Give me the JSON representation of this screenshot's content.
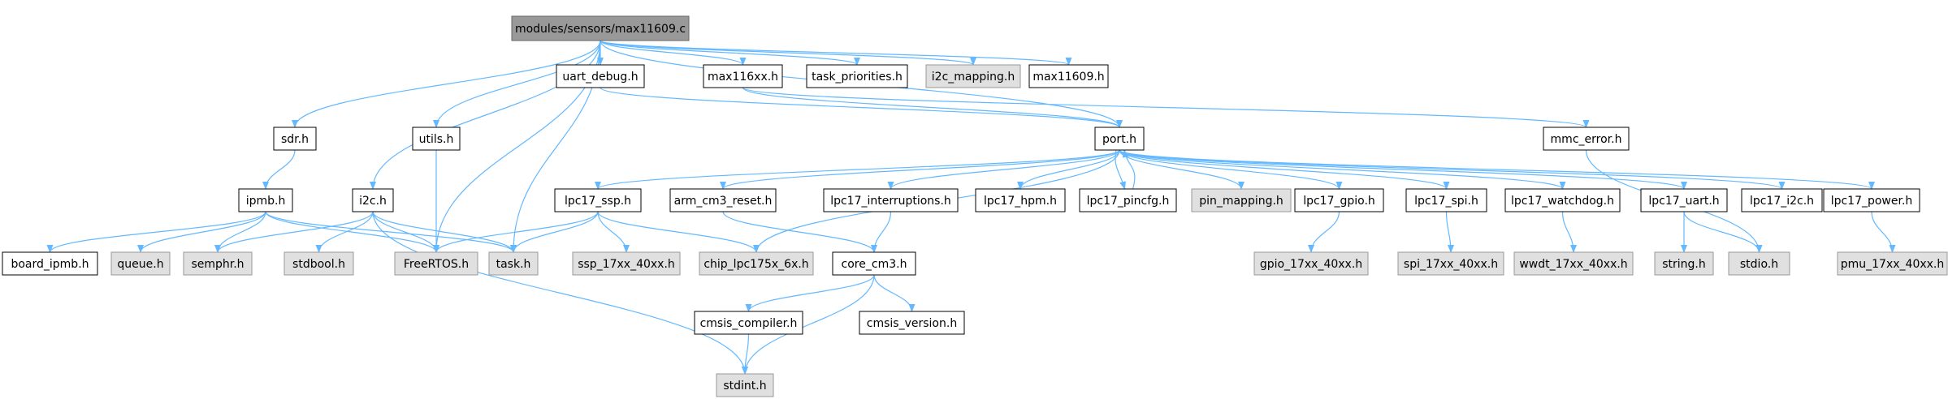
{
  "colors": {
    "edge": "#63b8ff",
    "root_fill": "#999999",
    "root_stroke": "#666666",
    "node_fill": "#ffffff",
    "system_fill": "#e0e0e0",
    "node_stroke": "#000000",
    "system_stroke": "#999999"
  },
  "nodes": [
    {
      "id": "root",
      "label": "modules/sensors/max11609.c",
      "kind": "root"
    },
    {
      "id": "sdr_h",
      "label": "sdr.h",
      "kind": "local"
    },
    {
      "id": "i2c_h",
      "label": "i2c.h",
      "kind": "local"
    },
    {
      "id": "utils_h",
      "label": "utils.h",
      "kind": "local"
    },
    {
      "id": "uart_debug_h",
      "label": "uart_debug.h",
      "kind": "local"
    },
    {
      "id": "max116xx_h",
      "label": "max116xx.h",
      "kind": "local"
    },
    {
      "id": "task_priorities_h",
      "label": "task_priorities.h",
      "kind": "local"
    },
    {
      "id": "i2c_mapping_h",
      "label": "i2c_mapping.h",
      "kind": "system"
    },
    {
      "id": "max11609_h",
      "label": "max11609.h",
      "kind": "local"
    },
    {
      "id": "ipmb_h",
      "label": "ipmb.h",
      "kind": "local"
    },
    {
      "id": "port_h",
      "label": "port.h",
      "kind": "local"
    },
    {
      "id": "mmc_error_h",
      "label": "mmc_error.h",
      "kind": "local"
    },
    {
      "id": "board_ipmb_h",
      "label": "board_ipmb.h",
      "kind": "local"
    },
    {
      "id": "queue_h",
      "label": "queue.h",
      "kind": "system"
    },
    {
      "id": "semphr_h",
      "label": "semphr.h",
      "kind": "system"
    },
    {
      "id": "stdbool_h",
      "label": "stdbool.h",
      "kind": "system"
    },
    {
      "id": "freertos_h",
      "label": "FreeRTOS.h",
      "kind": "system"
    },
    {
      "id": "task_h",
      "label": "task.h",
      "kind": "system"
    },
    {
      "id": "lpc17_ssp_h",
      "label": "lpc17_ssp.h",
      "kind": "local"
    },
    {
      "id": "ssp_17xx_h",
      "label": "ssp_17xx_40xx.h",
      "kind": "system"
    },
    {
      "id": "chip_lpc175x_h",
      "label": "chip_lpc175x_6x.h",
      "kind": "system"
    },
    {
      "id": "arm_cm3_reset_h",
      "label": "arm_cm3_reset.h",
      "kind": "local"
    },
    {
      "id": "lpc17_interrupts_h",
      "label": "lpc17_interruptions.h",
      "kind": "local"
    },
    {
      "id": "core_cm3_h",
      "label": "core_cm3.h",
      "kind": "local"
    },
    {
      "id": "lpc17_hpm_h",
      "label": "lpc17_hpm.h",
      "kind": "local"
    },
    {
      "id": "lpc17_pincfg_h",
      "label": "lpc17_pincfg.h",
      "kind": "local"
    },
    {
      "id": "pin_mapping_h",
      "label": "pin_mapping.h",
      "kind": "system"
    },
    {
      "id": "lpc17_gpio_h",
      "label": "lpc17_gpio.h",
      "kind": "local"
    },
    {
      "id": "gpio_17xx_h",
      "label": "gpio_17xx_40xx.h",
      "kind": "system"
    },
    {
      "id": "lpc17_spi_h",
      "label": "lpc17_spi.h",
      "kind": "local"
    },
    {
      "id": "spi_17xx_h",
      "label": "spi_17xx_40xx.h",
      "kind": "system"
    },
    {
      "id": "lpc17_watchdog_h",
      "label": "lpc17_watchdog.h",
      "kind": "local"
    },
    {
      "id": "wwdt_17xx_h",
      "label": "wwdt_17xx_40xx.h",
      "kind": "system"
    },
    {
      "id": "lpc17_uart_h",
      "label": "lpc17_uart.h",
      "kind": "local"
    },
    {
      "id": "string_h",
      "label": "string.h",
      "kind": "system"
    },
    {
      "id": "stdio_h",
      "label": "stdio.h",
      "kind": "system"
    },
    {
      "id": "lpc17_i2c_h",
      "label": "lpc17_i2c.h",
      "kind": "local"
    },
    {
      "id": "lpc17_power_h",
      "label": "lpc17_power.h",
      "kind": "local"
    },
    {
      "id": "pmu_17xx_h",
      "label": "pmu_17xx_40xx.h",
      "kind": "system"
    },
    {
      "id": "cmsis_compiler_h",
      "label": "cmsis_compiler.h",
      "kind": "local"
    },
    {
      "id": "cmsis_version_h",
      "label": "cmsis_version.h",
      "kind": "local"
    },
    {
      "id": "stdint_h",
      "label": "stdint.h",
      "kind": "system"
    }
  ],
  "edges": [
    [
      "root",
      "sdr_h"
    ],
    [
      "root",
      "i2c_h"
    ],
    [
      "root",
      "utils_h"
    ],
    [
      "root",
      "freertos_h"
    ],
    [
      "root",
      "task_h"
    ],
    [
      "root",
      "uart_debug_h"
    ],
    [
      "root",
      "max116xx_h"
    ],
    [
      "root",
      "task_priorities_h"
    ],
    [
      "root",
      "i2c_mapping_h"
    ],
    [
      "root",
      "max11609_h"
    ],
    [
      "root",
      "port_h"
    ],
    [
      "sdr_h",
      "ipmb_h"
    ],
    [
      "ipmb_h",
      "board_ipmb_h"
    ],
    [
      "ipmb_h",
      "queue_h"
    ],
    [
      "ipmb_h",
      "semphr_h"
    ],
    [
      "ipmb_h",
      "freertos_h"
    ],
    [
      "ipmb_h",
      "task_h"
    ],
    [
      "i2c_h",
      "semphr_h"
    ],
    [
      "i2c_h",
      "stdbool_h"
    ],
    [
      "i2c_h",
      "freertos_h"
    ],
    [
      "i2c_h",
      "task_h"
    ],
    [
      "i2c_h",
      "stdint_h"
    ],
    [
      "utils_h",
      "freertos_h"
    ],
    [
      "uart_debug_h",
      "port_h"
    ],
    [
      "max116xx_h",
      "port_h"
    ],
    [
      "max116xx_h",
      "mmc_error_h"
    ],
    [
      "port_h",
      "lpc17_ssp_h"
    ],
    [
      "port_h",
      "chip_lpc175x_h"
    ],
    [
      "port_h",
      "arm_cm3_reset_h"
    ],
    [
      "port_h",
      "lpc17_interrupts_h"
    ],
    [
      "port_h",
      "lpc17_hpm_h"
    ],
    [
      "port_h",
      "lpc17_pincfg_h"
    ],
    [
      "port_h",
      "pin_mapping_h"
    ],
    [
      "port_h",
      "lpc17_gpio_h"
    ],
    [
      "port_h",
      "lpc17_spi_h"
    ],
    [
      "port_h",
      "lpc17_watchdog_h"
    ],
    [
      "port_h",
      "lpc17_uart_h"
    ],
    [
      "port_h",
      "lpc17_i2c_h"
    ],
    [
      "port_h",
      "lpc17_power_h"
    ],
    [
      "lpc17_pincfg_h",
      "port_h"
    ],
    [
      "mmc_error_h",
      "stdio_h"
    ],
    [
      "lpc17_ssp_h",
      "freertos_h"
    ],
    [
      "lpc17_ssp_h",
      "task_h"
    ],
    [
      "lpc17_ssp_h",
      "ssp_17xx_h"
    ],
    [
      "lpc17_ssp_h",
      "chip_lpc175x_h"
    ],
    [
      "arm_cm3_reset_h",
      "core_cm3_h"
    ],
    [
      "lpc17_interrupts_h",
      "core_cm3_h"
    ],
    [
      "core_cm3_h",
      "cmsis_compiler_h"
    ],
    [
      "core_cm3_h",
      "cmsis_version_h"
    ],
    [
      "core_cm3_h",
      "stdint_h"
    ],
    [
      "cmsis_compiler_h",
      "stdint_h"
    ],
    [
      "lpc17_gpio_h",
      "gpio_17xx_h"
    ],
    [
      "lpc17_spi_h",
      "spi_17xx_h"
    ],
    [
      "lpc17_watchdog_h",
      "wwdt_17xx_h"
    ],
    [
      "lpc17_uart_h",
      "string_h"
    ],
    [
      "lpc17_uart_h",
      "stdio_h"
    ],
    [
      "lpc17_power_h",
      "pmu_17xx_h"
    ]
  ]
}
